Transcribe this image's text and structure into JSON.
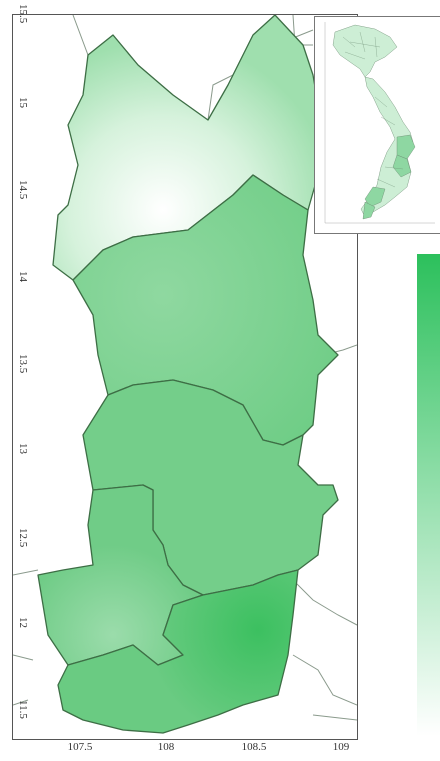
{
  "map": {
    "lat_ticks": [
      "15.5",
      "15",
      "14.5",
      "14",
      "13.5",
      "13",
      "12.5",
      "12",
      "11.5"
    ],
    "lon_ticks": [
      "107.5",
      "108",
      "108.5",
      "109"
    ],
    "colors": {
      "fill_high": "#3cc060",
      "fill_low": "#ffffff",
      "border": "#3d6e45",
      "outer_border": "#7a8c7c"
    }
  },
  "inset": {
    "description_icon": "vietnam-overview-map"
  },
  "colorbar": {
    "color_top": "#2cc05c",
    "color_bottom": "#ffffff"
  }
}
